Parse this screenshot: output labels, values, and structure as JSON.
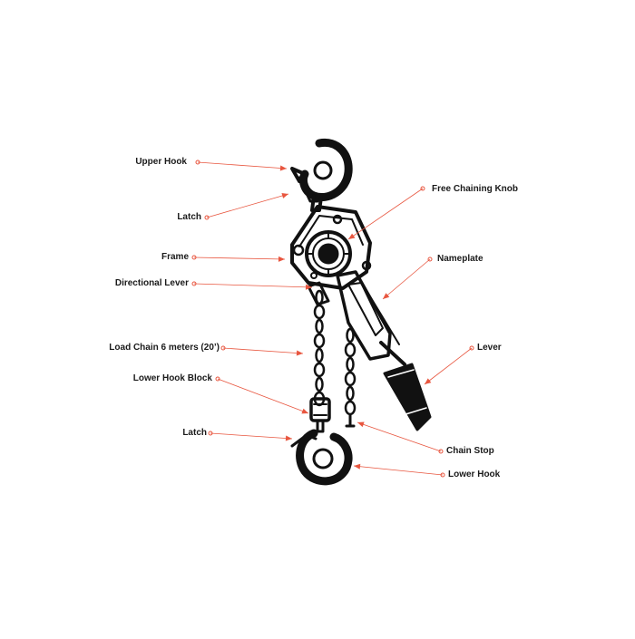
{
  "accent_color": "#e8563f",
  "ink_color": "#111111",
  "labels": {
    "upper_hook": "Upper Hook",
    "latch_top": "Latch",
    "frame": "Frame",
    "directional_lever": "Directional Lever",
    "load_chain": "Load Chain 6 meters (20’)",
    "lower_hook_block": "Lower Hook Block",
    "latch_bottom": "Latch",
    "free_chaining_knob": "Free Chaining Knob",
    "nameplate": "Nameplate",
    "lever": "Lever",
    "chain_stop": "Chain Stop",
    "lower_hook": "Lower Hook"
  }
}
